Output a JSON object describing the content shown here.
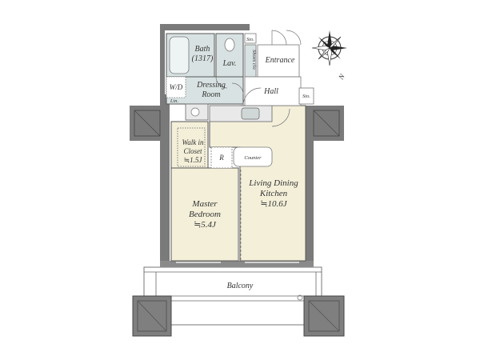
{
  "rooms": {
    "bath": "Bath",
    "bath_size": "(1317)",
    "lav": "Lav.",
    "sto_top": "Sto.",
    "shoes_closet": "Shoes clo",
    "entrance": "Entrance",
    "dressing": "Dressing",
    "dressing_room": "Room",
    "hall": "Hall",
    "sto_hall": "Sto.",
    "wd": "W/D",
    "lin": "Lin.",
    "walk_in": "Walk in",
    "closet": "Closet",
    "closet_size": "≒1.5J",
    "refrigerator": "R",
    "counter": "Counter",
    "ldk_1": "Living Dining",
    "ldk_2": "Kitchen",
    "ldk_size": "≒10.6J",
    "master_1": "Master",
    "master_2": "Bedroom",
    "master_size": "≒5.4J",
    "balcony": "Balcony"
  },
  "compass": {
    "north": "N"
  },
  "colors": {
    "floor_beige": "#f3efd9",
    "wet_area": "#d9e2e2",
    "wall": "#7a7a7a",
    "balcony": "#ffffff"
  }
}
